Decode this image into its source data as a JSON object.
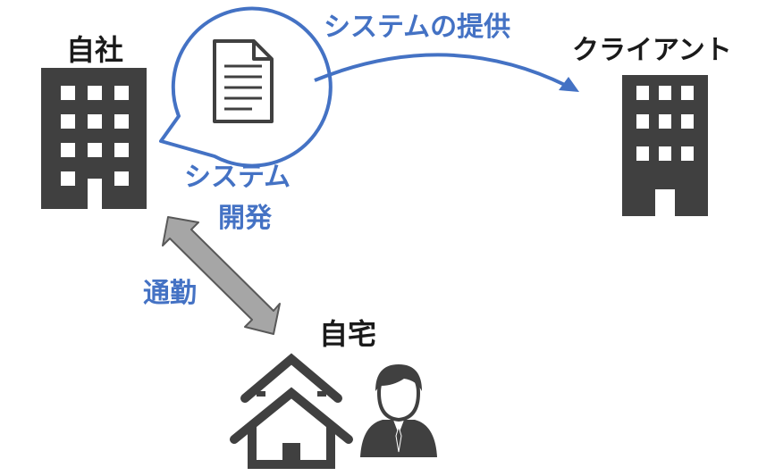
{
  "labels": {
    "own_company": "自社",
    "client": "クライアント",
    "system_provision": "システムの提供",
    "system_dev_line1": "システム",
    "system_dev_line2": "開発",
    "commute": "通勤",
    "home": "自宅"
  },
  "icons": {
    "own_company": "office-building-icon",
    "client": "client-building-icon",
    "document": "document-icon",
    "house": "house-icon",
    "person": "person-icon"
  },
  "colors": {
    "accent": "#4472c4",
    "icon": "#404040",
    "commute_arrow": "#a6a6a6"
  }
}
